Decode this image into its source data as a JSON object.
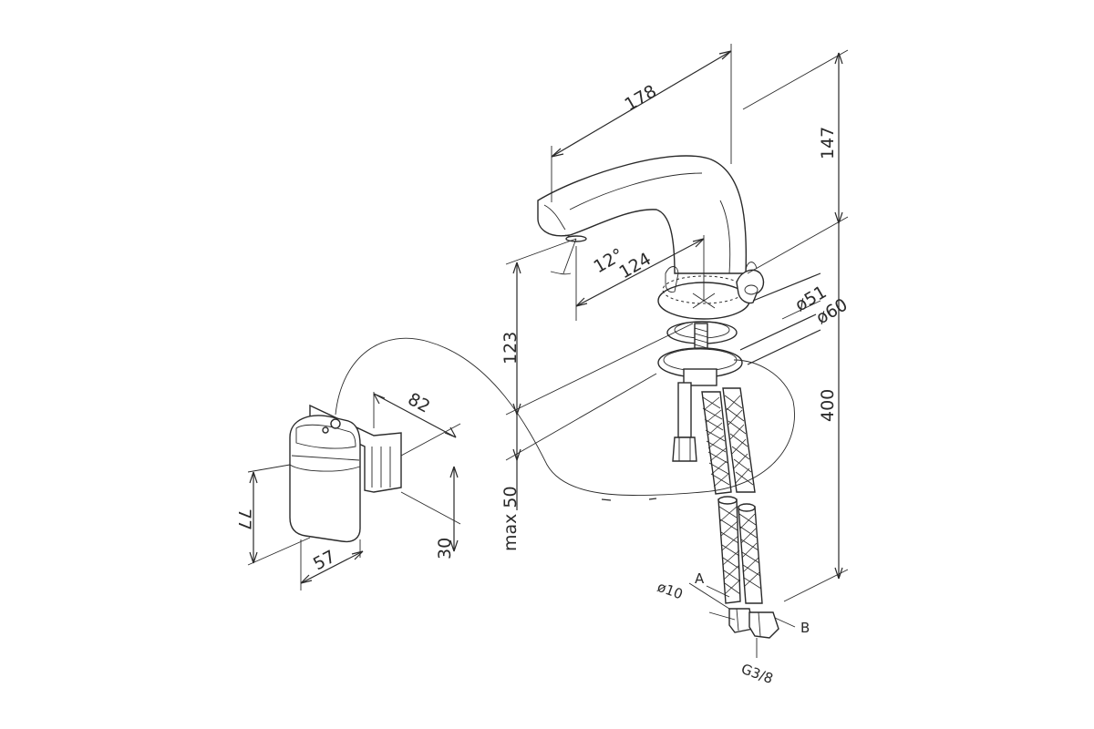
{
  "dimensions": {
    "spout_length": "178",
    "height_top": "147",
    "angle": "12°",
    "reach": "124",
    "spout_height": "123",
    "hole_51": "ø51",
    "hole_60": "ø60",
    "under_height": "400",
    "max_thickness": "max 50",
    "box_depth": "82",
    "box_height": "77",
    "box_width": "57",
    "box_offset": "30",
    "hose_dia": "ø10",
    "thread": "G3/8"
  },
  "labels": {
    "hose_a": "A",
    "hose_b": "B"
  }
}
